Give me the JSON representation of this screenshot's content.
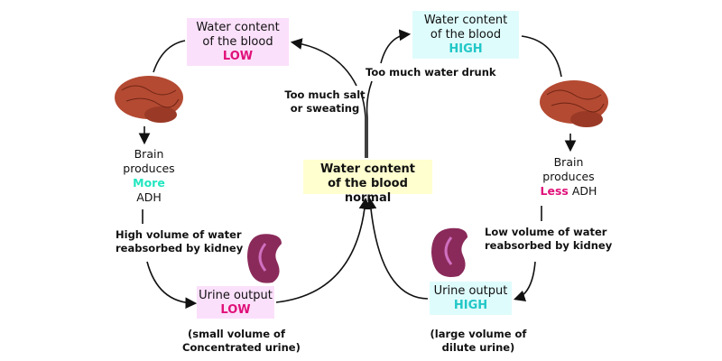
{
  "top_left_box": {
    "line1": "Water content",
    "line2": "of the blood",
    "level": "LOW"
  },
  "top_right_box": {
    "line1": "Water content",
    "line2": "of the blood",
    "level": "HIGH"
  },
  "center_box": {
    "line1": "Water content",
    "line2": "of the blood normal"
  },
  "trigger_left": {
    "line1": "Too much salt",
    "line2": "or sweating"
  },
  "trigger_right": "Too much water drunk",
  "brain_left": {
    "line1": "Brain",
    "line2": "produces",
    "amount": "More",
    "hormone": "ADH"
  },
  "brain_right": {
    "line1": "Brain",
    "line2": "produces",
    "amount": "Less",
    "hormone": "ADH"
  },
  "kidney_left": {
    "line1": "High volume of water",
    "line2": "reabsorbed by kidney"
  },
  "kidney_right": {
    "line1": "Low volume of water",
    "line2": "reabsorbed by kidney"
  },
  "urine_left": {
    "label": "Urine output",
    "level": "LOW",
    "note1": "(small volume of",
    "note2": "Concentrated urine)"
  },
  "urine_right": {
    "label": "Urine output",
    "level": "HIGH",
    "note1": "(large volume of",
    "note2": "dilute urine)"
  },
  "colors": {
    "low": "#e0107a",
    "high": "#22c7c7",
    "more": "#22e6c0",
    "pink_box": "#fbe0fb",
    "cyan_box": "#dffcfc",
    "normal_box": "#ffffd0"
  }
}
